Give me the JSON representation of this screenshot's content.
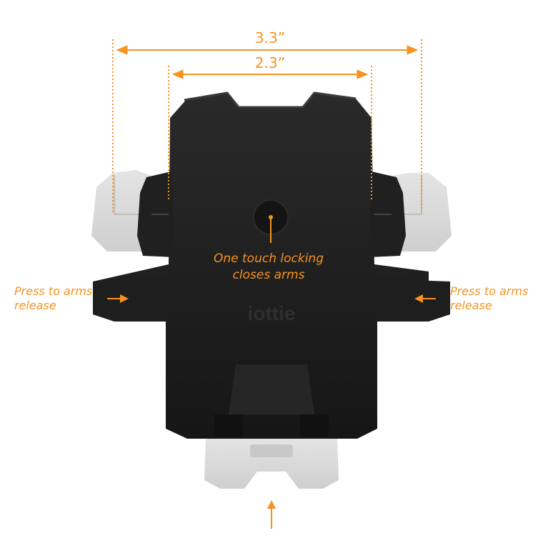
{
  "dimensions": {
    "outer_width": "3.3”",
    "inner_width": "2.3”"
  },
  "callouts": {
    "center_line1": "One touch locking",
    "center_line2": "closes arms",
    "left_line1": "Press to arms",
    "left_line2": "release",
    "right_line1": "Press to arms",
    "right_line2": "release"
  },
  "product": {
    "logo_text": "iottie"
  },
  "colors": {
    "accent": "#f7931e",
    "body": "#1b1b1b",
    "ghost_gray": "#d9d9d9"
  }
}
